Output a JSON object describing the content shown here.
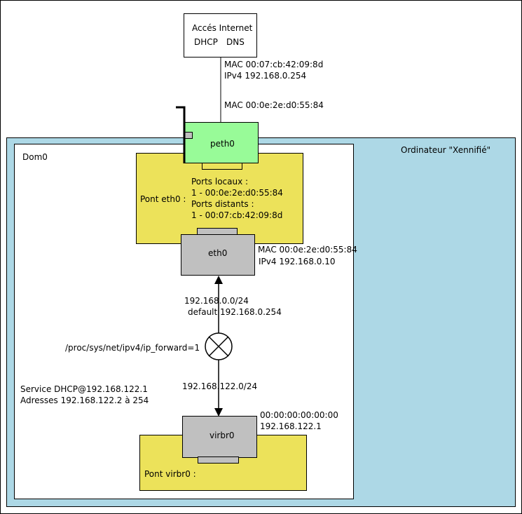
{
  "internet": {
    "title": "Accés Internet",
    "dhcp": "DHCP",
    "dns": "DNS"
  },
  "gateway": {
    "mac": "MAC 00:07:cb:42:09:8d",
    "ipv4": "IPv4 192.168.0.254"
  },
  "peth0": {
    "label": "peth0",
    "mac": "MAC 00:0e:2e:d0:55:84"
  },
  "computer": {
    "label": "Ordinateur \"Xennifié\""
  },
  "dom0": {
    "label": "Dom0"
  },
  "bridge_eth0": {
    "label": "Pont eth0 :",
    "local_ports_title": "Ports locaux :",
    "local_port": "1 - 00:0e:2e:d0:55:84",
    "remote_ports_title": "Ports distants :",
    "remote_port": "1 - 00:07:cb:42:09:8d"
  },
  "eth0": {
    "label": "eth0",
    "mac": "MAC 00:0e:2e:d0:55:84",
    "ipv4": "IPv4 192.168.0.10"
  },
  "route_upper": {
    "network": "192.168.0.0/24",
    "default": "default 192.168.0.254"
  },
  "forward": {
    "label": "/proc/sys/net/ipv4/ip_forward=1"
  },
  "route_lower": {
    "network": "192.168.122.0/24"
  },
  "dhcp_service": {
    "line1": "Service DHCP@192.168.122.1",
    "line2": "Adresses 192.168.122.2 à 254"
  },
  "virbr0": {
    "label": "virbr0",
    "mac": "00:00:00:00:00:00",
    "ip": "192.168.122.1"
  },
  "bridge_virbr0": {
    "label": "Pont virbr0 :"
  },
  "colors": {
    "computer_bg": "#add8e6",
    "bridge_yellow": "#ece25a",
    "nic_green": "#98fb98",
    "iface_gray": "#c0c0c0"
  }
}
